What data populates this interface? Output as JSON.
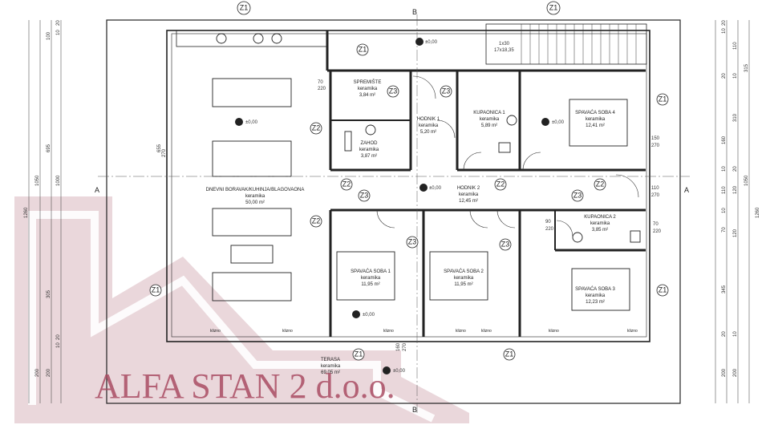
{
  "section_markers": {
    "a_left": "A",
    "a_right": "A",
    "b_top": "B",
    "b_bottom": "B"
  },
  "column_tags": [
    "Z1",
    "Z2",
    "Z3"
  ],
  "stair_label_1": "1x30",
  "stair_label_2": "17x18,35",
  "level": "±0,00",
  "rooms": [
    {
      "name": "DNEVNI BORAVAK/KUHINJA/BLAGOVAONA",
      "material": "keramika",
      "area": "50,00 m²"
    },
    {
      "name": "SPREMIŠTE",
      "material": "keramika",
      "area": "3,84 m²"
    },
    {
      "name": "ZAHOD",
      "material": "keramika",
      "area": "3,87 m²"
    },
    {
      "name": "HODNIK 1",
      "material": "keramika",
      "area": "5,20 m²"
    },
    {
      "name": "KUPAONICA 1",
      "material": "keramika",
      "area": "5,89 m²"
    },
    {
      "name": "SPAVAĆA SOBA 4",
      "material": "keramika",
      "area": "12,41 m²"
    },
    {
      "name": "HODNIK 2",
      "material": "keramika",
      "area": "12,45 m²"
    },
    {
      "name": "KUPAONICA 2",
      "material": "keramika",
      "area": "3,85 m²"
    },
    {
      "name": "SPAVAĆA SOBA 1",
      "material": "keramika",
      "area": "11,95 m²"
    },
    {
      "name": "SPAVAĆA SOBA 2",
      "material": "keramika",
      "area": "11,95 m²"
    },
    {
      "name": "SPAVAĆA SOBA 3",
      "material": "keramika",
      "area": "12,23 m²"
    },
    {
      "name": "TERASA",
      "material": "keramika",
      "area": "69,05 m²"
    }
  ],
  "window_label": "klizno",
  "left_dims": [
    "100",
    "20",
    "10",
    "695",
    "655",
    "270",
    "1000",
    "1050",
    "1260",
    "305",
    "20",
    "10",
    "200",
    "200"
  ],
  "right_dims": [
    "20",
    "10",
    "110",
    "315",
    "20",
    "10",
    "310",
    "160",
    "20",
    "10",
    "120",
    "110",
    "1050",
    "1260",
    "120",
    "70",
    "10",
    "345",
    "20",
    "10",
    "200",
    "200"
  ],
  "opening_dims": [
    "70",
    "220",
    "150",
    "270",
    "110",
    "270",
    "90",
    "220",
    "70",
    "220",
    "160",
    "270"
  ],
  "watermark": "ALFA STAN 2 d.o.o."
}
